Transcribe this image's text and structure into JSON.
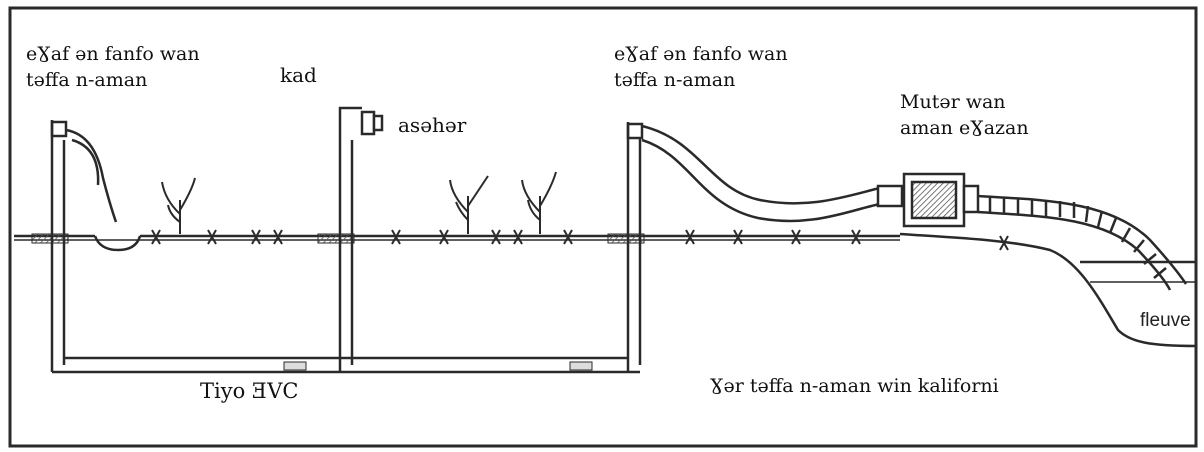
{
  "diagram": {
    "labels": {
      "left_basin_outlet": "eƔaf ən fanfo wan\ntəffa n-aman",
      "middle_basin_outlet": "eƔaf ən fanfo wan\ntəffa n-aman",
      "plant": "kad",
      "valve": "asəhər",
      "pump": "Mutər wan\naman eƔazan",
      "pipe": "Tiyo ƎVC",
      "buried_network": "Ɣər təffa n-aman win kaliforni",
      "river": "fleuve"
    },
    "colors": {
      "line": "#2a2a2a",
      "paper": "#ffffff",
      "hatch": "#555555"
    }
  }
}
